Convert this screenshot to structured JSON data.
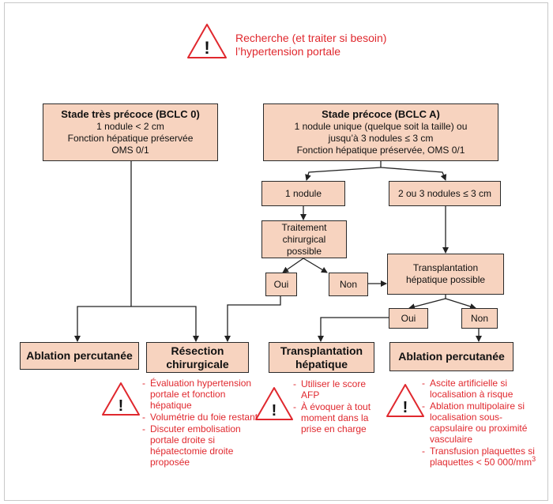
{
  "warning": {
    "line1": "Recherche (et traiter si besoin)",
    "line2": "l’hypertension portale"
  },
  "bclc0": {
    "title": "Stade très précoce (BCLC 0)",
    "line1": "1 nodule < 2 cm",
    "line2": "Fonction hépatique préservée",
    "line3": "OMS 0/1"
  },
  "bclcA": {
    "title": "Stade précoce (BCLC A)",
    "line1": "1 nodule unique (quelque soit la taille) ou",
    "line2": "jusqu’à 3 nodules ≤ 3 cm",
    "line3": "Fonction hépatique préservée, OMS 0/1"
  },
  "one_nodule": "1 nodule",
  "two_three_nodules": "2 ou 3 nodules ≤ 3 cm",
  "surgery": {
    "line1": "Traitement chirurgical",
    "line2": "possible"
  },
  "surgery_yes": "Oui",
  "surgery_no": "Non",
  "transplant_possible": {
    "line1": "Transplantation",
    "line2": "hépatique possible"
  },
  "transplant_yes": "Oui",
  "transplant_no": "Non",
  "outcomes": {
    "ablation_left": "Ablation percutanée",
    "resection": {
      "line1": "Résection",
      "line2": "chirurgicale"
    },
    "transplantation": {
      "line1": "Transplantation",
      "line2": "hépatique"
    },
    "ablation_right": "Ablation percutanée"
  },
  "resection_notes": [
    "Évaluation hypertension portale et fonction hépatique",
    "Volumétrie du foie restant",
    "Discuter embolisation portale droite si hépatectomie droite proposée"
  ],
  "transplant_notes": [
    "Utiliser le score AFP",
    "À évoquer à tout moment dans la prise en charge"
  ],
  "ablation_notes": [
    "Ascite artificielle si localisation à risque",
    "Ablation multipolaire si localisation sous-capsulaire ou proximité vasculaire",
    "Transfusion plaquettes si plaquettes < 50 000/mm"
  ],
  "ablation_note_superscript": "3",
  "icons": {
    "warning": "warning-triangle-icon"
  },
  "colors": {
    "box_fill": "#f7d3bf",
    "warning_red": "#e0282e",
    "border": "#2a2a2a"
  }
}
